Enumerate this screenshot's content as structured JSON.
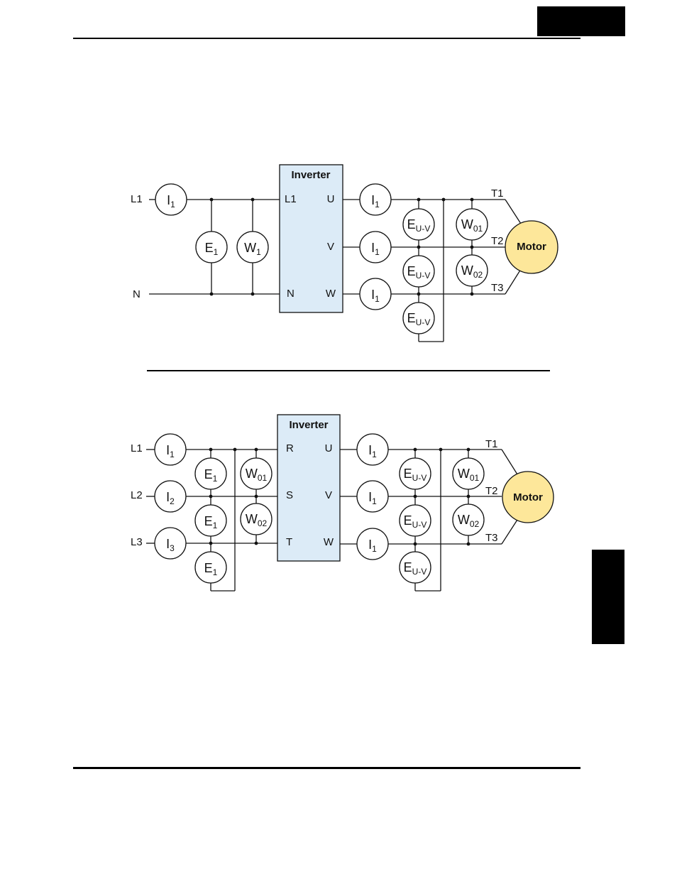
{
  "page": {
    "colors": {
      "inverter_fill": "#dcebf7",
      "motor_fill": "#fde79a",
      "ink": "#111111",
      "tab": "#000000"
    }
  },
  "diagram_single_phase": {
    "inverter_title": "Inverter",
    "inputs": [
      "L1",
      "N"
    ],
    "inverter_in_terminals": [
      "L1",
      "N"
    ],
    "inverter_out_terminals": [
      "U",
      "V",
      "W"
    ],
    "motor_terminals": [
      "T1",
      "T2",
      "T3"
    ],
    "motor_label": "Motor",
    "meters": {
      "I1": {
        "main": "I",
        "sub": "1"
      },
      "E1": {
        "main": "E",
        "sub": "1"
      },
      "W1": {
        "main": "W",
        "sub": "1"
      },
      "EUV": {
        "main": "E",
        "sub": "U-V"
      },
      "W01": {
        "main": "W",
        "sub": "01"
      },
      "W02": {
        "main": "W",
        "sub": "02"
      }
    }
  },
  "diagram_three_phase": {
    "inverter_title": "Inverter",
    "inputs": [
      "L1",
      "L2",
      "L3"
    ],
    "inverter_in_terminals": [
      "R",
      "S",
      "T"
    ],
    "inverter_out_terminals": [
      "U",
      "V",
      "W"
    ],
    "motor_terminals": [
      "T1",
      "T2",
      "T3"
    ],
    "motor_label": "Motor",
    "meters": {
      "I1": {
        "main": "I",
        "sub": "1"
      },
      "I2": {
        "main": "I",
        "sub": "2"
      },
      "I3": {
        "main": "I",
        "sub": "3"
      },
      "E1": {
        "main": "E",
        "sub": "1"
      },
      "W01": {
        "main": "W",
        "sub": "01"
      },
      "W02": {
        "main": "W",
        "sub": "02"
      },
      "EUV": {
        "main": "E",
        "sub": "U-V"
      }
    }
  }
}
